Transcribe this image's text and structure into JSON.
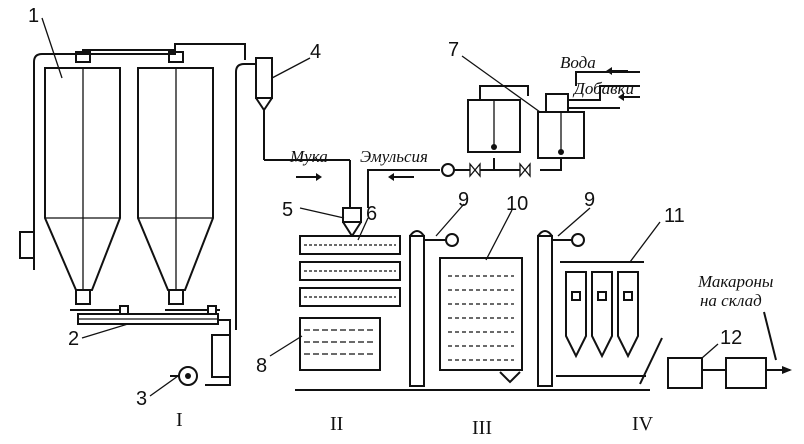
{
  "diagram": {
    "callouts": [
      "1",
      "2",
      "3",
      "4",
      "5",
      "6",
      "7",
      "8",
      "9",
      "10",
      "9",
      "11",
      "12"
    ],
    "stages": [
      "I",
      "II",
      "III",
      "IV"
    ],
    "flows": {
      "flour": "Мука",
      "emulsion": "Эмульсия",
      "water": "Вода",
      "additives": "Добавки",
      "output_line1": "Макароны",
      "output_line2": "на склад"
    }
  }
}
